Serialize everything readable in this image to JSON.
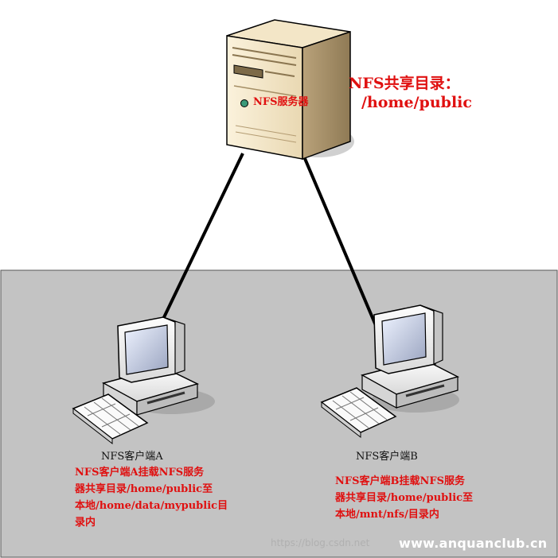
{
  "server": {
    "label": "NFS服务器",
    "share_title": "NFS共享目录：",
    "share_path": "/home/public"
  },
  "client_a": {
    "name": "NFS客户端A",
    "note_lines": [
      "NFS客户端A挂载NFS服务",
      "器共享目录/home/public至",
      "本地/home/data/mypublic目",
      "录内"
    ]
  },
  "client_b": {
    "name": "NFS客户端B",
    "note_lines": [
      "NFS客户端B挂载NFS服务",
      "器共享目录/home/public至",
      "本地/mnt/nfs/目录内"
    ]
  },
  "watermark": {
    "brand": "www.anquanclub.cn",
    "faint": "https://blog.csdn.net"
  },
  "colors": {
    "note_red": "#e01010",
    "lan_bg": "#c3c3c3",
    "link": "#000000"
  }
}
